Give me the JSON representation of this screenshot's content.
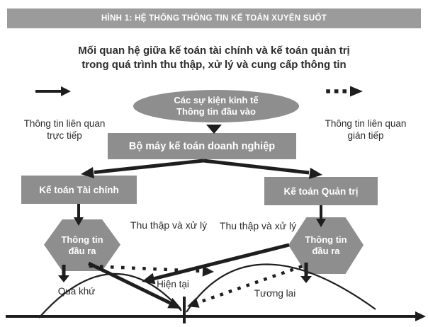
{
  "header": {
    "caption": "HÌNH 1: HỆ THỐNG THÔNG TIN KẾ TOÁN XUYÊN SUỐT"
  },
  "title": {
    "line1": "Mối quan hệ giữa kế toán tài chính và kế toán quản trị",
    "line2": "trong quá trình thu thập, xử lý và cung cấp thông tin"
  },
  "nodes": {
    "input_ellipse": {
      "line1": "Các sự kiện kinh tế",
      "line2": "Thông tin đầu vào"
    },
    "accounting_system": "Bộ máy kế toán doanh nghiệp",
    "financial_accounting": "Kế toán Tài chính",
    "management_accounting": "Kế toán Quản trị",
    "output_left": {
      "line1": "Thông tin",
      "line2": "đầu ra"
    },
    "output_right": {
      "line1": "Thông tin",
      "line2": "đầu ra"
    }
  },
  "labels": {
    "direct": {
      "line1": "Thông tin liên quan",
      "line2": "trực tiếp"
    },
    "indirect": {
      "line1": "Thông tin liên quan",
      "line2": "gián tiếp"
    },
    "process_left": "Thu thập và xử lý",
    "process_right": "Thu thập và xử lý",
    "past": "Quá khứ",
    "present": "Hiện tại",
    "future": "Tương lai"
  },
  "icons": {
    "direct_flow": "solid-right-arrow",
    "indirect_flow": "dotted-right-arrow"
  },
  "colors": {
    "caption_bar": "#9b9b9b",
    "shape_fill": "#8e8e8e",
    "shape_text": "#ffffff",
    "ink": "#1e1e1e",
    "text": "#2b2b2b",
    "background": "#ffffff"
  }
}
